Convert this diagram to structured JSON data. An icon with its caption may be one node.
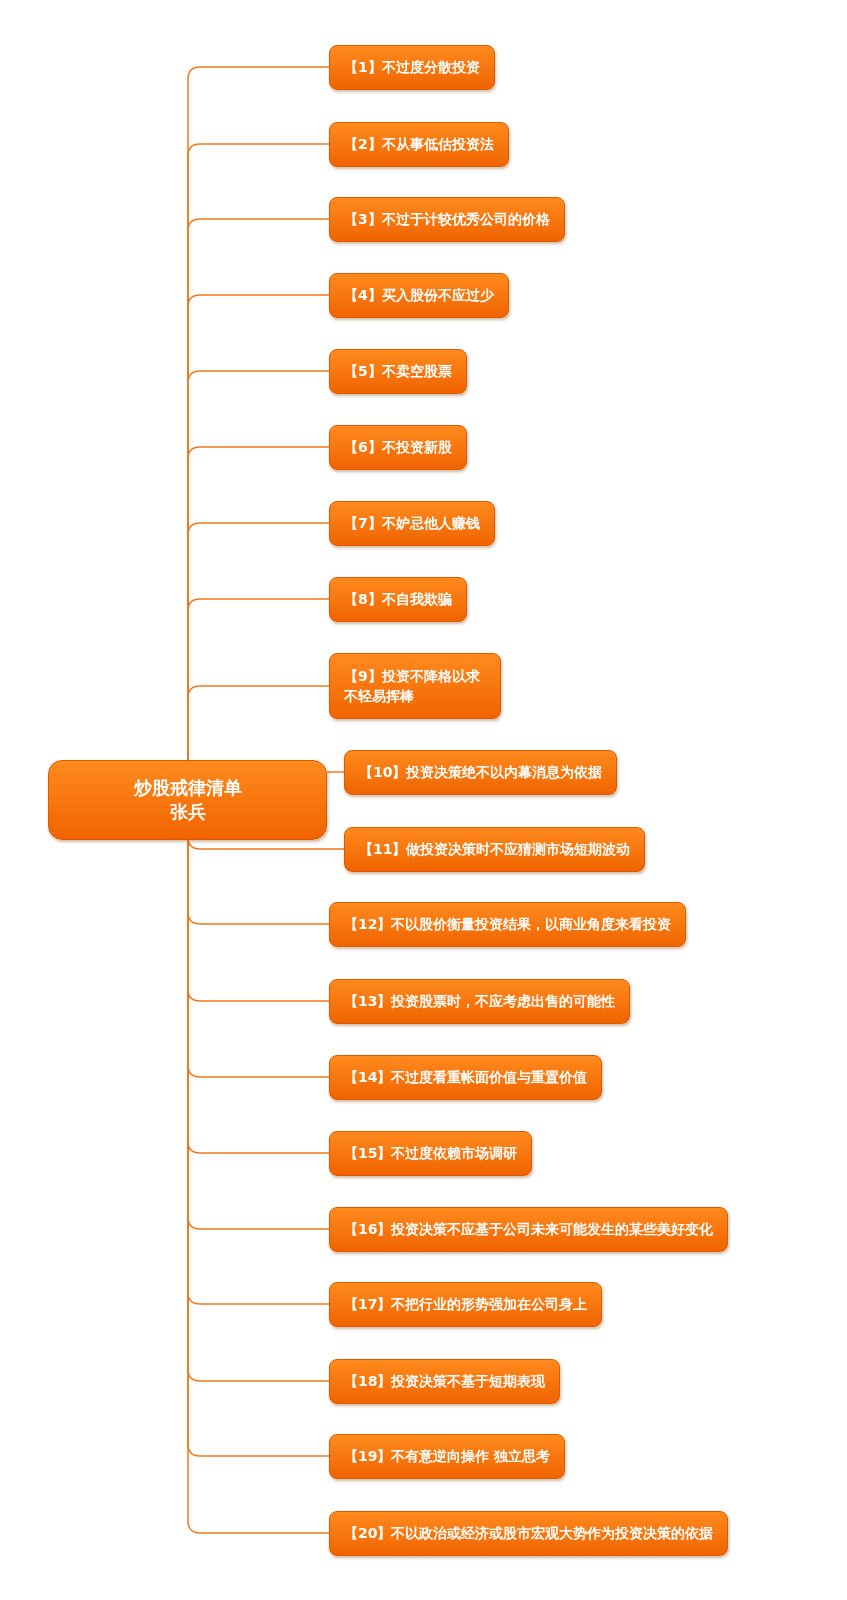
{
  "diagram": {
    "nodes": [
      {
        "text": [
          "炒股戒律清单",
          "张兵"
        ]
      },
      {
        "text": [
          "【1】不过度分散投资"
        ]
      },
      {
        "text": [
          "【2】不从事低估投资法"
        ]
      },
      {
        "text": [
          "【3】不过于计较优秀公司的价格"
        ]
      },
      {
        "text": [
          "【4】买入股份不应过少"
        ]
      },
      {
        "text": [
          "【5】不卖空股票"
        ]
      },
      {
        "text": [
          "【6】不投资新股"
        ]
      },
      {
        "text": [
          "【7】不妒忌他人赚钱"
        ]
      },
      {
        "text": [
          "【8】不自我欺骗"
        ]
      },
      {
        "text": [
          "【9】投资不降格以求不轻易挥棒"
        ]
      },
      {
        "text": [
          "【10】投资决策绝不以内幕消息为依据"
        ]
      },
      {
        "text": [
          "【11】做投资决策时不应猜测市场短期波动"
        ]
      },
      {
        "text": [
          "【12】不以股价衡量投资结果，以商业角度来看投资"
        ]
      },
      {
        "text": [
          "【13】投资股票时，不应考虑出售的可能性"
        ]
      },
      {
        "text": [
          "【14】不过度看重帐面价值与重置价值"
        ]
      },
      {
        "text": [
          "【15】不过度依赖市场调研"
        ]
      },
      {
        "text": [
          "【16】投资决策不应基于公司未来可能发生的某些美好变化"
        ]
      },
      {
        "text": [
          "【17】不把行业的形势强加在公司身上"
        ]
      },
      {
        "text": [
          "【18】投资决策不基于短期表现"
        ]
      },
      {
        "text": [
          "【19】不有意逆向操作 独立思考"
        ]
      },
      {
        "text": [
          "【20】不以政治或经济或股市宏观大势作为投资决策的依据"
        ]
      }
    ],
    "edges": [
      {
        "from": 0,
        "to": 1,
        "arrow": "none"
      },
      {
        "from": 0,
        "to": 2,
        "arrow": "none"
      },
      {
        "from": 0,
        "to": 3,
        "arrow": "none"
      },
      {
        "from": 0,
        "to": 4,
        "arrow": "none"
      },
      {
        "from": 0,
        "to": 5,
        "arrow": "none"
      },
      {
        "from": 0,
        "to": 6,
        "arrow": "none"
      },
      {
        "from": 0,
        "to": 7,
        "arrow": "none"
      },
      {
        "from": 0,
        "to": 8,
        "arrow": "none"
      },
      {
        "from": 0,
        "to": 9,
        "arrow": "none"
      },
      {
        "from": 0,
        "to": 10,
        "arrow": "none"
      },
      {
        "from": 0,
        "to": 11,
        "arrow": "none"
      },
      {
        "from": 0,
        "to": 12,
        "arrow": "none"
      },
      {
        "from": 0,
        "to": 13,
        "arrow": "none"
      },
      {
        "from": 0,
        "to": 14,
        "arrow": "none"
      },
      {
        "from": 0,
        "to": 15,
        "arrow": "none"
      },
      {
        "from": 0,
        "to": 16,
        "arrow": "none"
      },
      {
        "from": 0,
        "to": 17,
        "arrow": "none"
      },
      {
        "from": 0,
        "to": 18,
        "arrow": "none"
      },
      {
        "from": 0,
        "to": 19,
        "arrow": "none"
      },
      {
        "from": 0,
        "to": 20,
        "arrow": "none"
      }
    ]
  }
}
